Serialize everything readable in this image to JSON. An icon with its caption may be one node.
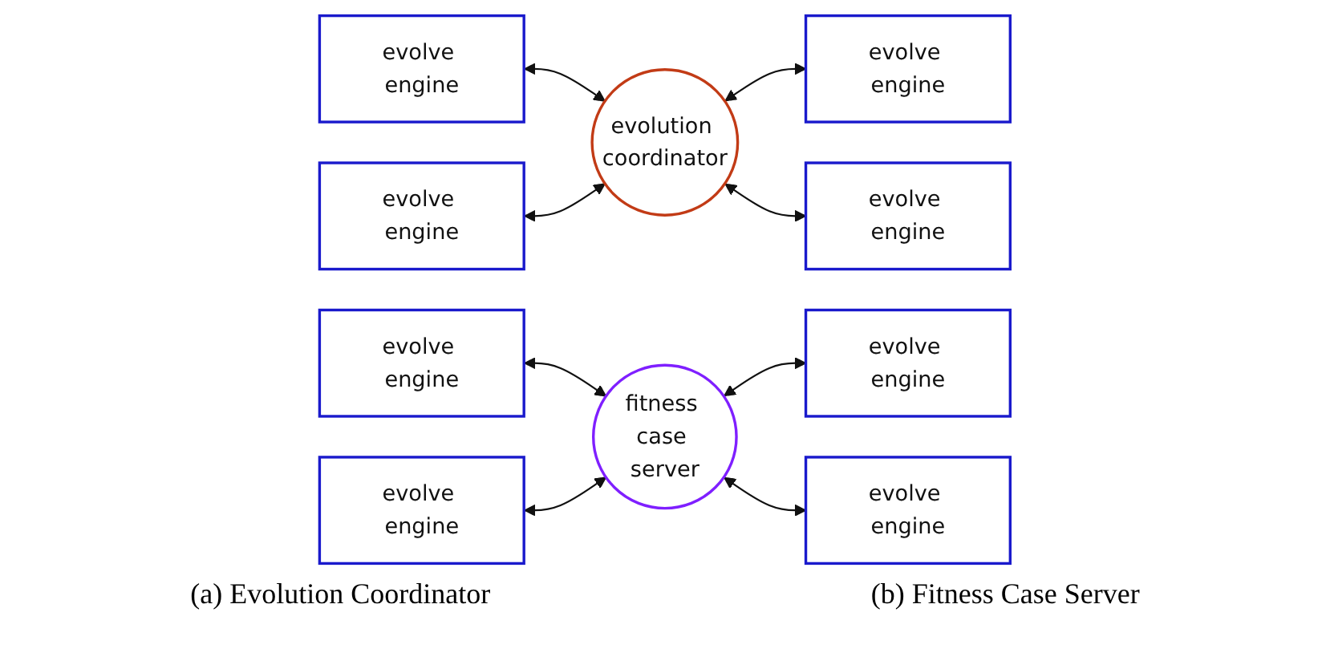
{
  "diagram": {
    "nodes": [
      {
        "text": [
          "evolution coordinator"
        ]
      },
      {
        "text": [
          "evolve engine"
        ]
      },
      {
        "text": [
          "evolve engine"
        ]
      },
      {
        "text": [
          "evolve engine"
        ]
      },
      {
        "text": [
          "evolve engine"
        ]
      },
      {
        "text": [
          "fitness case server"
        ]
      },
      {
        "text": [
          "evolve engine"
        ]
      },
      {
        "text": [
          "evolve engine"
        ]
      },
      {
        "text": [
          "evolve engine"
        ]
      },
      {
        "text": [
          "evolve engine"
        ]
      }
    ],
    "edges": [
      {
        "from": 1,
        "to": 0,
        "arrow": "both"
      },
      {
        "from": 2,
        "to": 0,
        "arrow": "both"
      },
      {
        "from": 0,
        "to": 3,
        "arrow": "both"
      },
      {
        "from": 0,
        "to": 4,
        "arrow": "both"
      },
      {
        "from": 6,
        "to": 5,
        "arrow": "both"
      },
      {
        "from": 7,
        "to": 5,
        "arrow": "both"
      },
      {
        "from": 5,
        "to": 8,
        "arrow": "both"
      },
      {
        "from": 5,
        "to": 9,
        "arrow": "both"
      }
    ],
    "labels": [
      "(a) Evolution Coordinator",
      "(b) Fitness Case Server"
    ]
  }
}
